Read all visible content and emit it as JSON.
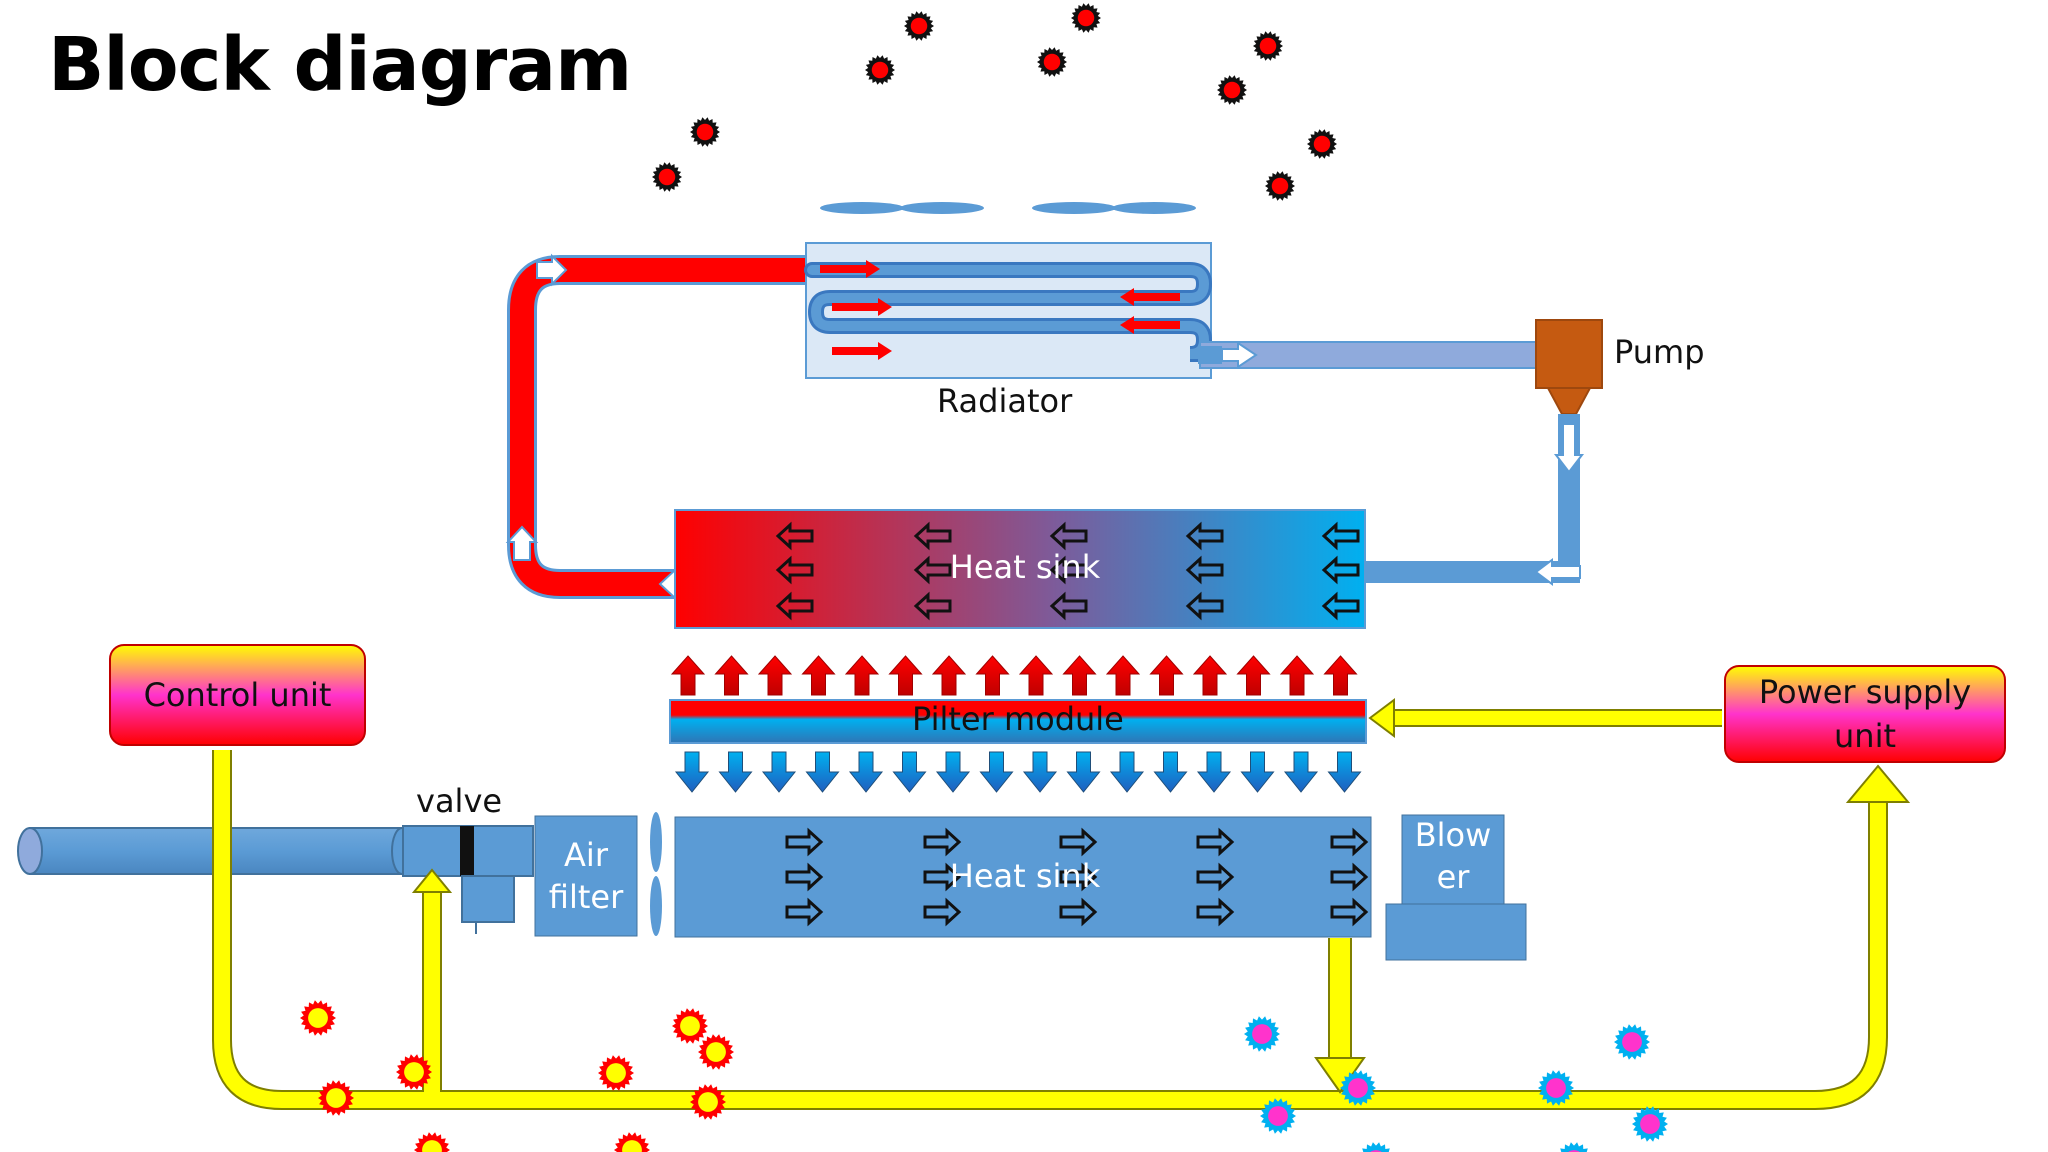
{
  "page": {
    "title": "Block diagram"
  },
  "labels": {
    "radiator": "Radiator",
    "pump": "Pump",
    "heat_sink_top": "Heat sink",
    "heat_sink_bottom": "Heat sink",
    "control_unit": "Control unit",
    "power_supply_line1": "Power supply",
    "power_supply_line2": "unit",
    "pilter_module": "Pilter module",
    "valve": "valve",
    "air_filter_line1": "Air",
    "air_filter_line2": "filter",
    "blower_line1": "Blow",
    "blower_line2": "er"
  },
  "colors": {
    "hot": "#ff0000",
    "cold": "#00b0f0",
    "steel": "#5b9bd5",
    "power": "#ffff00",
    "pump": "#c55a11",
    "unit_top": "#ffff00",
    "unit_mid": "#ff33cc",
    "unit_bottom": "#ff0000"
  }
}
